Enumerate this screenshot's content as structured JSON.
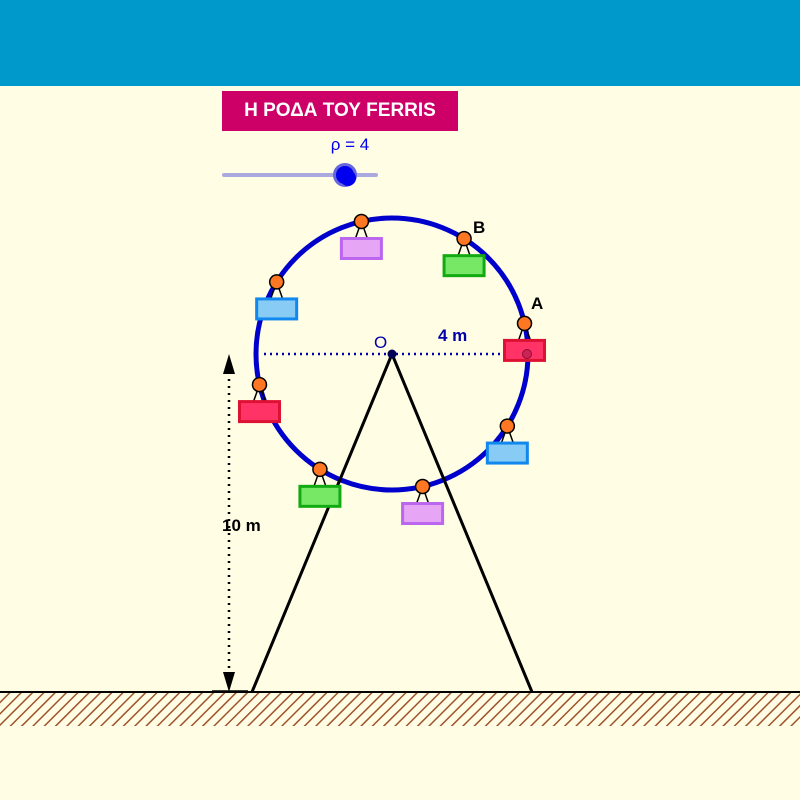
{
  "header": {
    "color": "#0099cc"
  },
  "title": {
    "text": "Η ΡΟΔΑ ΤΟΥ FERRIS",
    "bg": "#cc0066",
    "fg": "#ffffff"
  },
  "slider": {
    "label": "ρ = 4",
    "value": 4,
    "min": 0,
    "max": 5,
    "track_color": "#6666dd",
    "handle_color": "#0000ee"
  },
  "diagram": {
    "center_label": "O",
    "point_a_label": "A",
    "point_b_label": "B",
    "radius_label": "4 m",
    "height_label": "10 m",
    "wheel_color": "#0000cc",
    "frame_color": "#000000",
    "ground_hatch_color": "#a0522d",
    "hinge_color": "#ff7722",
    "cabins": [
      {
        "color": "red"
      },
      {
        "color": "green"
      },
      {
        "color": "violet"
      },
      {
        "color": "blue"
      },
      {
        "color": "red"
      },
      {
        "color": "green"
      },
      {
        "color": "violet"
      },
      {
        "color": "blue"
      }
    ],
    "palette": {
      "red": {
        "fill": "#ff3366",
        "stroke": "#dd1133"
      },
      "green": {
        "fill": "#77e866",
        "stroke": "#11aa11"
      },
      "violet": {
        "fill": "#e6a6f5",
        "stroke": "#bb66ee"
      },
      "blue": {
        "fill": "#88ccf5",
        "stroke": "#1188ee"
      }
    }
  }
}
